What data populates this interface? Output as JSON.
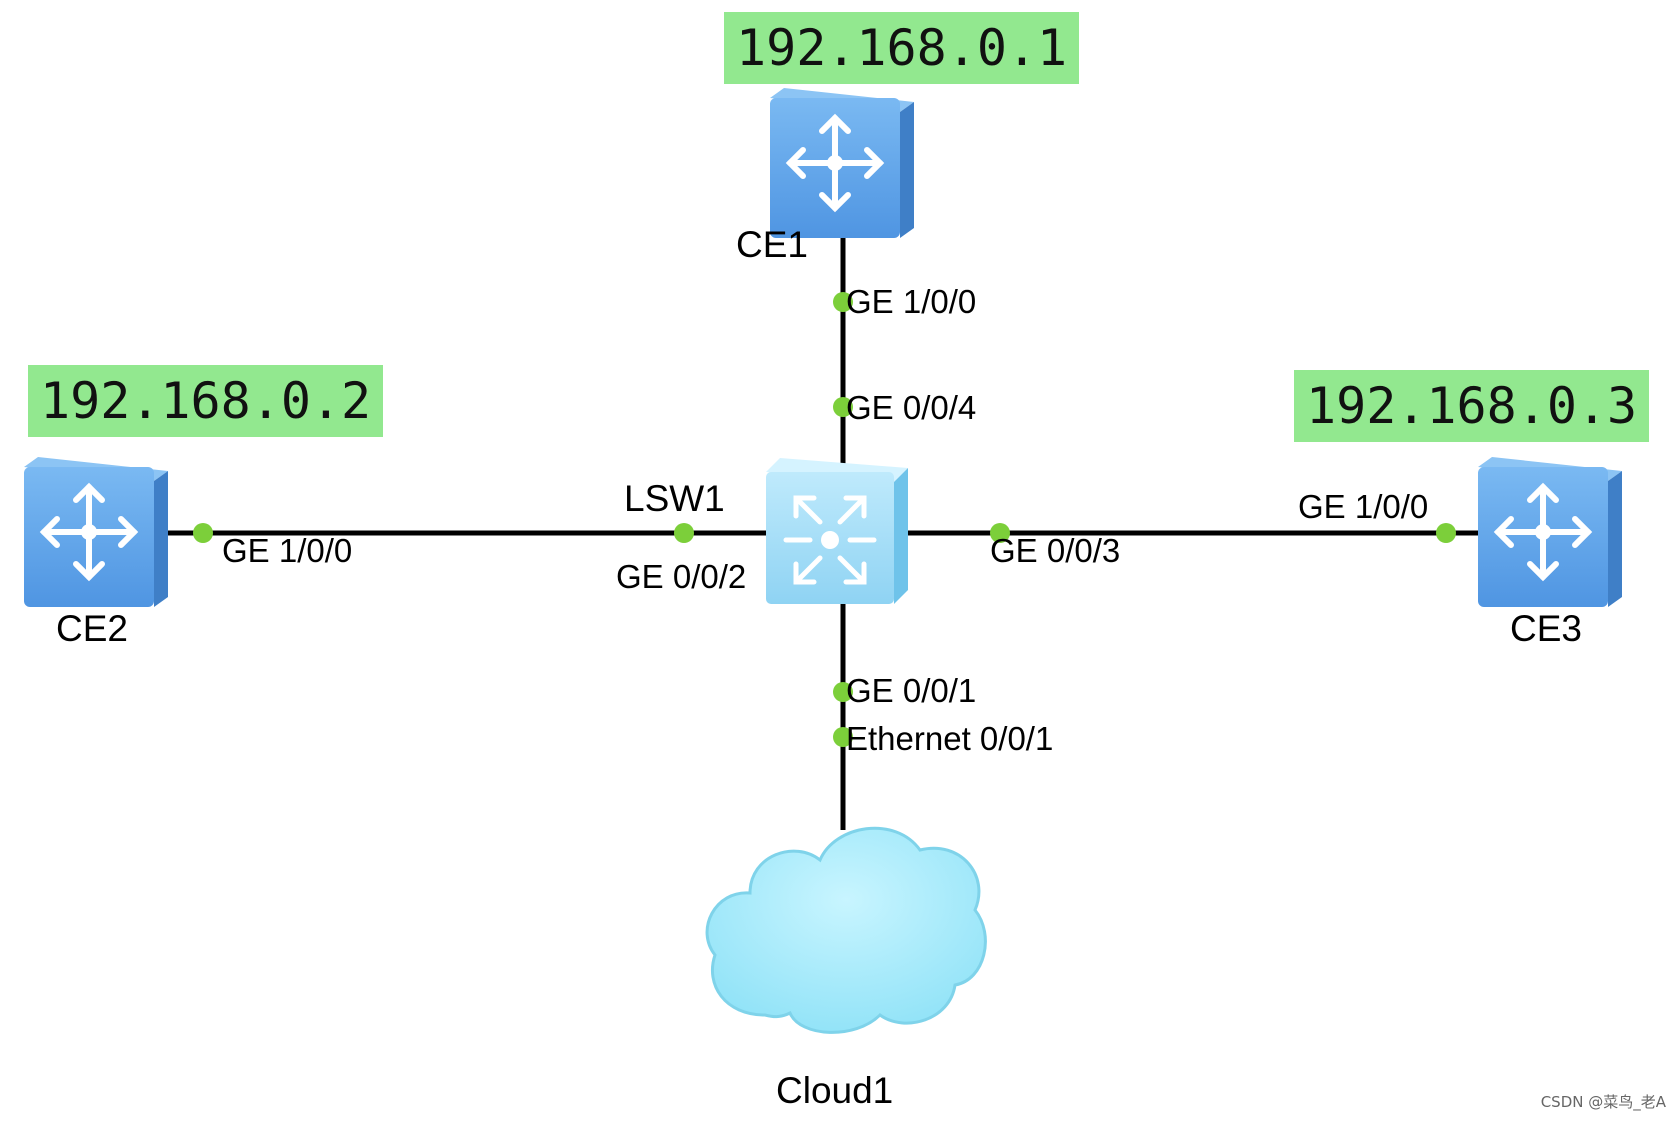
{
  "colors": {
    "link": "#000000",
    "port_dot": "#7ccf3a",
    "ip_bg": "#92e88f",
    "router_face": "#63a9ee",
    "router_side": "#3f7fc7",
    "switch_face": "#9fdcf7",
    "cloud_fill": "#a9ecfb"
  },
  "devices": {
    "ce1": {
      "name": "CE1",
      "ip": "192.168.0.1",
      "icon": "router-icon"
    },
    "ce2": {
      "name": "CE2",
      "ip": "192.168.0.2",
      "icon": "router-icon"
    },
    "ce3": {
      "name": "CE3",
      "ip": "192.168.0.3",
      "icon": "router-icon"
    },
    "lsw1": {
      "name": "LSW1",
      "icon": "switch-icon"
    },
    "cloud1": {
      "name": "Cloud1",
      "icon": "cloud-icon"
    }
  },
  "ports": {
    "ce1_ge100": "GE 1/0/0",
    "lsw1_ge004": "GE 0/0/4",
    "ce2_ge100": "GE 1/0/0",
    "lsw1_ge002": "GE 0/0/2",
    "lsw1_ge003": "GE 0/0/3",
    "ce3_ge100": "GE 1/0/0",
    "lsw1_ge001": "GE 0/0/1",
    "cloud1_eth001": "Ethernet 0/0/1"
  },
  "watermark": "CSDN @菜鸟_老A"
}
